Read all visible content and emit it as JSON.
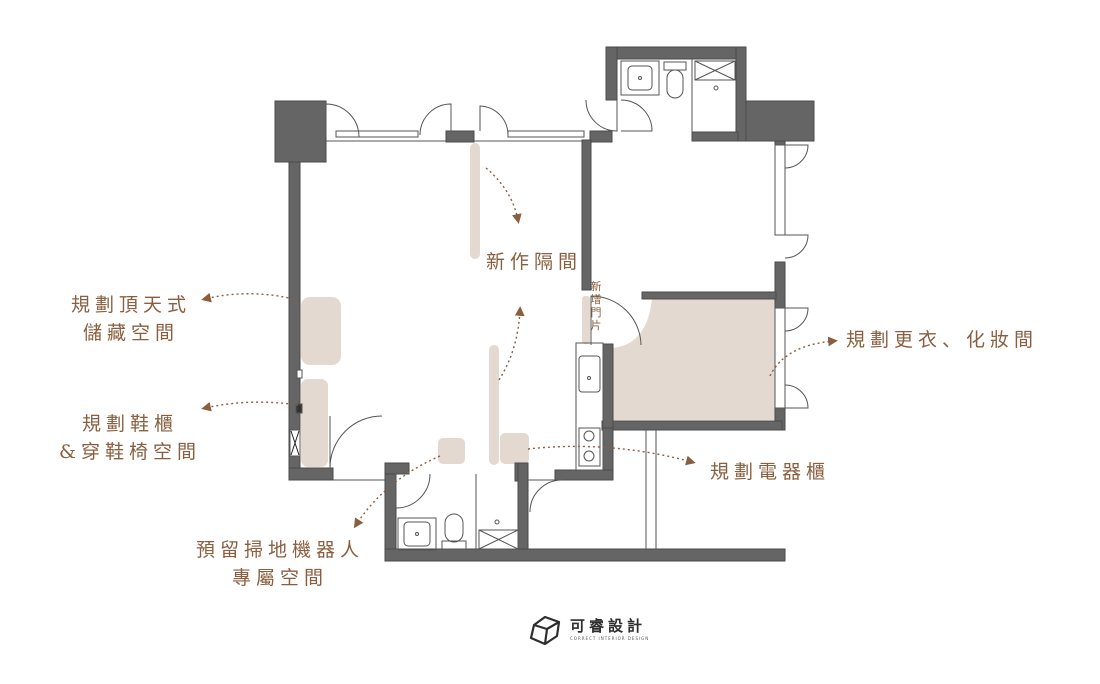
{
  "colors": {
    "wall": "#656565",
    "wall_outline": "#4a4a4a",
    "highlight": "#e3d9d1",
    "annotation": "#8a5f3f",
    "fixture_line": "#555555"
  },
  "annotations": {
    "new_partition": "新作隔間",
    "new_wall_vertical": [
      "新",
      "增",
      "門",
      "片"
    ],
    "ceiling_storage": [
      "規劃頂天式",
      "儲藏空間"
    ],
    "shoe_cabinet": [
      "規劃鞋櫃",
      "&穿鞋椅空間"
    ],
    "robot_vacuum": [
      "預留掃地機器人",
      "專屬空間"
    ],
    "appliance_cabinet": "規劃電器櫃",
    "walk_in_closet": "規劃更衣、化妝間"
  },
  "logo": {
    "name": "可睿設計",
    "tagline": "CORRECT INTERIOR DESIGN",
    "icon": "cube-icon"
  }
}
